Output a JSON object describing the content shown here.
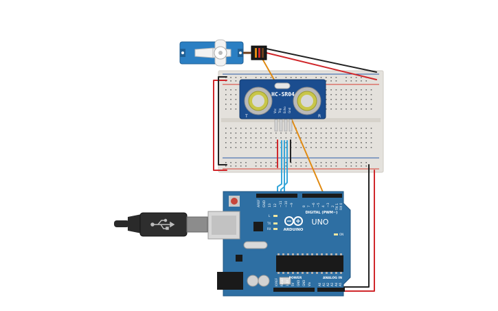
{
  "colors": {
    "breadboard": "#e4e1dc",
    "breadboard_hole": "#6a6a6a",
    "rail_red": "#d63a2f",
    "rail_blue": "#2a5ca8",
    "arduino": "#2e6fa3",
    "arduino_dark": "#1f5582",
    "sensor_board": "#1b4d8f",
    "servo": "#2b7fc3",
    "wire_red": "#d0262a",
    "wire_black": "#222222",
    "wire_orange": "#e08a12",
    "wire_blue": "#36a6d9",
    "usb_plug": "#2a2a2a"
  },
  "sensor": {
    "title": "HC-SR04",
    "left_mark": "T",
    "right_mark": "R",
    "pins": [
      "Vcc",
      "Trig",
      "Echo",
      "Gnd"
    ]
  },
  "arduino": {
    "brand": "ARDUINO",
    "model": "UNO",
    "digital_label": "DIGITAL (PWM~)",
    "power_label": "POWER",
    "analog_label": "ANALOG IN",
    "led_labels": [
      "L",
      "TX",
      "RX",
      "ON"
    ],
    "power_pins": [
      "IOREF",
      "RESET",
      "3.3V",
      "5V",
      "GND",
      "GND",
      "Vin"
    ],
    "analog_pins": [
      "A0",
      "A1",
      "A2",
      "A3",
      "A4",
      "A5"
    ],
    "digital_top_pins": [
      "AREF",
      "GND",
      "13",
      "12",
      "~11",
      "~10",
      "~9",
      "8",
      "7",
      "~6",
      "~5",
      "4",
      "~3",
      "2",
      "TX 1",
      "RX 0"
    ]
  },
  "servo": {
    "icons": [
      "servo-horn-icon"
    ]
  },
  "usb": {
    "icons": [
      "usb-icon"
    ]
  }
}
